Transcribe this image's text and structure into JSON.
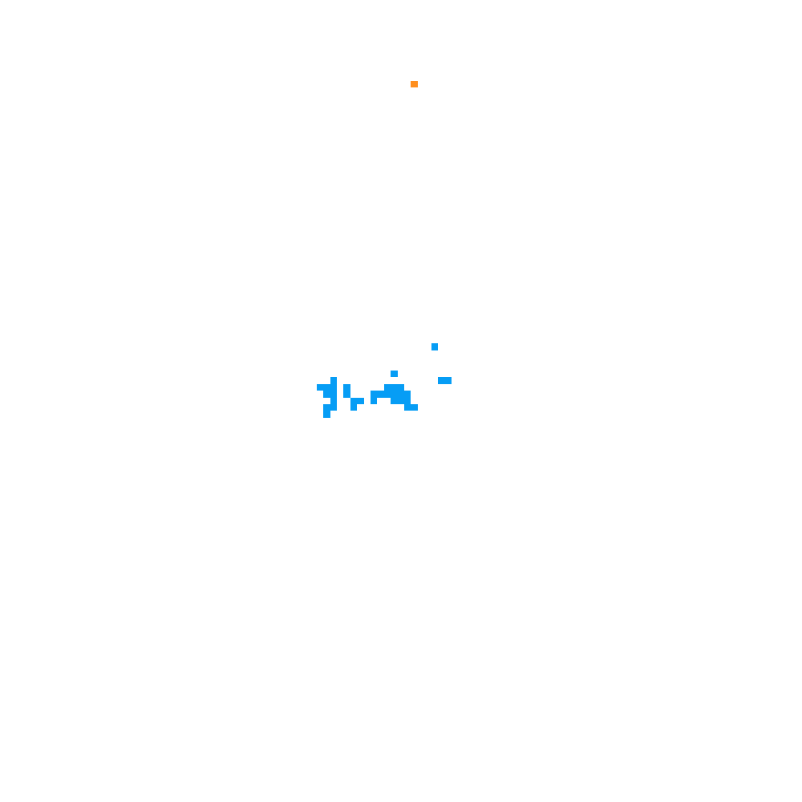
{
  "palette": {
    "background": "#ffffff",
    "water": "#069df5",
    "marker": "#ff8f1e"
  },
  "cells": [
    {
      "col": 61,
      "row": 12,
      "kind": "marker"
    },
    {
      "col": 64,
      "row": 51,
      "kind": "water"
    },
    {
      "col": 58,
      "row": 55,
      "kind": "water"
    },
    {
      "col": 65,
      "row": 56,
      "kind": "water"
    },
    {
      "col": 66,
      "row": 56,
      "kind": "water"
    },
    {
      "col": 49,
      "row": 56,
      "kind": "water"
    },
    {
      "col": 47,
      "row": 57,
      "kind": "water"
    },
    {
      "col": 48,
      "row": 57,
      "kind": "water"
    },
    {
      "col": 49,
      "row": 57,
      "kind": "water"
    },
    {
      "col": 48,
      "row": 58,
      "kind": "water"
    },
    {
      "col": 49,
      "row": 58,
      "kind": "water"
    },
    {
      "col": 49,
      "row": 59,
      "kind": "water"
    },
    {
      "col": 49,
      "row": 60,
      "kind": "water"
    },
    {
      "col": 48,
      "row": 60,
      "kind": "water"
    },
    {
      "col": 48,
      "row": 61,
      "kind": "water"
    },
    {
      "col": 51,
      "row": 58,
      "kind": "water"
    },
    {
      "col": 51,
      "row": 57,
      "kind": "water"
    },
    {
      "col": 52,
      "row": 59,
      "kind": "water"
    },
    {
      "col": 53,
      "row": 59,
      "kind": "water"
    },
    {
      "col": 52,
      "row": 60,
      "kind": "water"
    },
    {
      "col": 55,
      "row": 58,
      "kind": "water"
    },
    {
      "col": 55,
      "row": 59,
      "kind": "water"
    },
    {
      "col": 56,
      "row": 58,
      "kind": "water"
    },
    {
      "col": 57,
      "row": 58,
      "kind": "water"
    },
    {
      "col": 57,
      "row": 57,
      "kind": "water"
    },
    {
      "col": 58,
      "row": 57,
      "kind": "water"
    },
    {
      "col": 59,
      "row": 57,
      "kind": "water"
    },
    {
      "col": 58,
      "row": 58,
      "kind": "water"
    },
    {
      "col": 59,
      "row": 58,
      "kind": "water"
    },
    {
      "col": 60,
      "row": 58,
      "kind": "water"
    },
    {
      "col": 58,
      "row": 59,
      "kind": "water"
    },
    {
      "col": 59,
      "row": 59,
      "kind": "water"
    },
    {
      "col": 60,
      "row": 59,
      "kind": "water"
    },
    {
      "col": 60,
      "row": 60,
      "kind": "water"
    },
    {
      "col": 61,
      "row": 60,
      "kind": "water"
    }
  ]
}
